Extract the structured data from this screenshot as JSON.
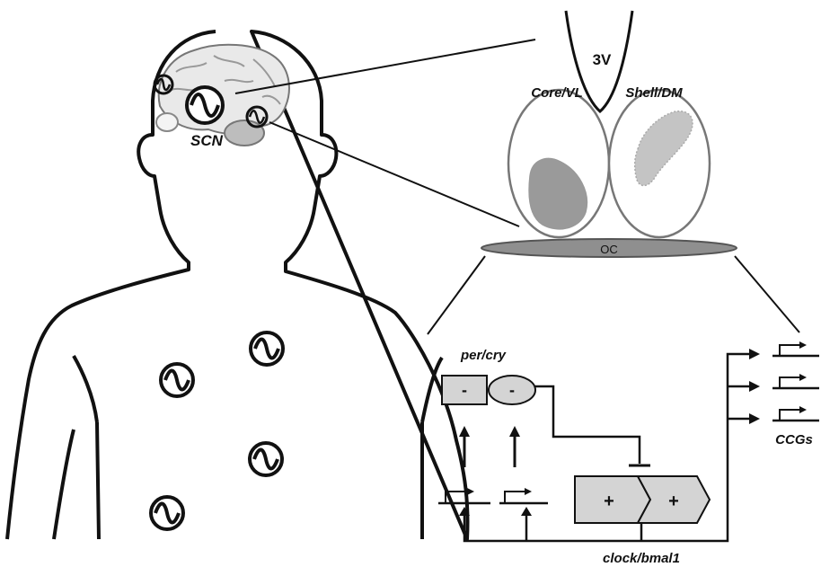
{
  "labels": {
    "scn": "SCN",
    "third_ventricle": "3V",
    "core": "Core/VL",
    "shell": "Shell/DM",
    "optic_chiasm": "OC",
    "per_cry": "per/cry",
    "ccgs": "CCGs",
    "clock_bmal1": "clock/bmal1",
    "minus_sign": "-",
    "plus_sign": "+"
  }
}
